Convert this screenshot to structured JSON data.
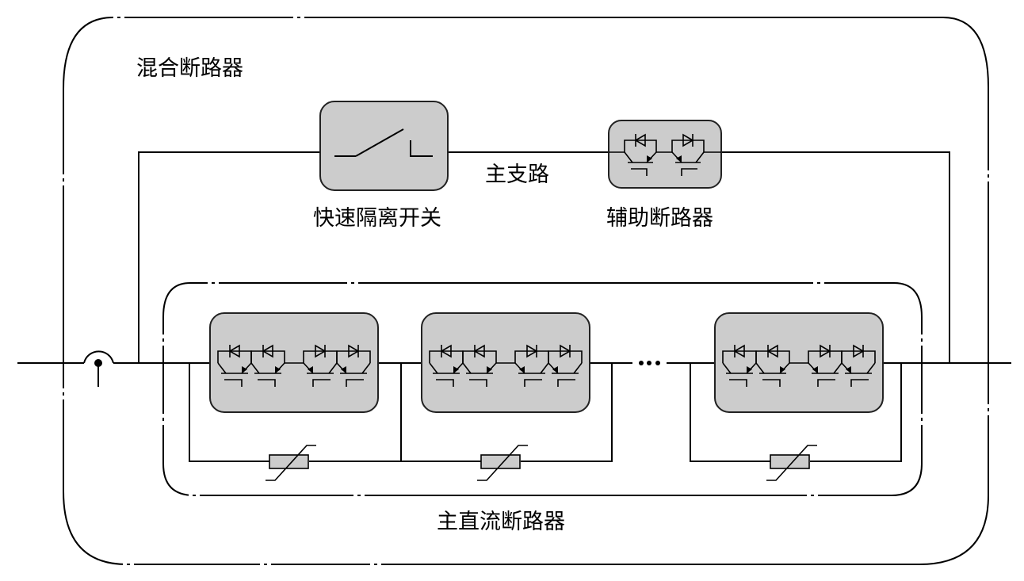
{
  "diagram": {
    "title": "混合断路器",
    "labels": {
      "hybrid_breaker": "混合断路器",
      "main_branch": "主支路",
      "fast_disconnector": "快速隔离开关",
      "auxiliary_breaker": "辅助断路器",
      "main_dc_breaker": "主直流断路器",
      "ellipsis": "…"
    },
    "components": {
      "fast_disconnector": {
        "type": "mechanical-switch",
        "state": "open"
      },
      "auxiliary_breaker": {
        "type": "igbt-antiseries-pair",
        "igbt_count": 2
      },
      "main_dc_breaker_modules": [
        {
          "id": "module-1",
          "igbt_count": 4,
          "has_arrester": true
        },
        {
          "id": "module-2",
          "igbt_count": 4,
          "has_arrester": true
        },
        {
          "id": "module-n",
          "igbt_count": 4,
          "has_arrester": true
        }
      ],
      "current_sensor": {
        "type": "current-measurement"
      }
    },
    "colors": {
      "module_fill": "#cccccc",
      "line": "#000000"
    }
  }
}
